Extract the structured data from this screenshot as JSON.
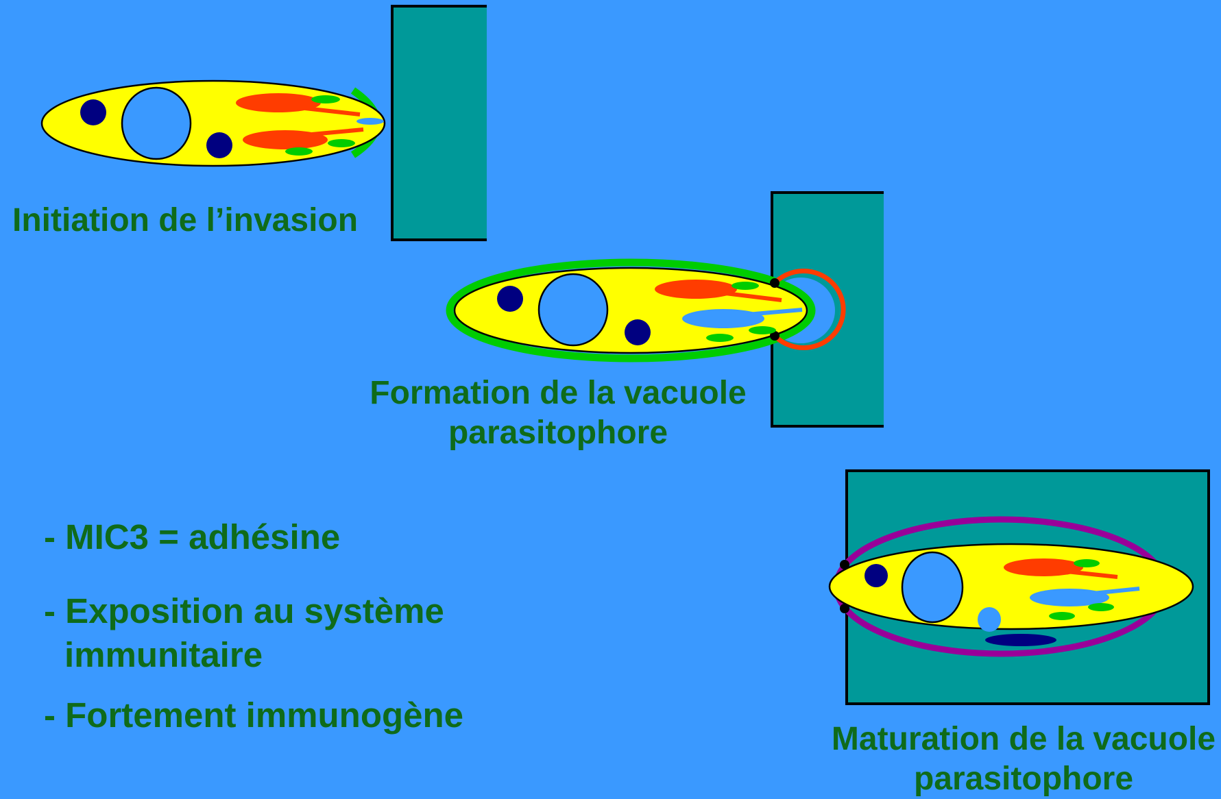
{
  "colors": {
    "background": "#3a99ff",
    "host_cell": "#009999",
    "parasite_body": "#ffff00",
    "nucleus": "#3a99ff",
    "dense_granule": "#000080",
    "rhoptry": "#ff3c00",
    "microneme": "#00cc00",
    "conoid_membrane": "#00cc00",
    "vacuole_forming_membrane": "#ff3c00",
    "parasitophorous_vacuole": "#990099",
    "text": "#0f6b1a"
  },
  "labels": {
    "initiation": "Initiation de l’invasion",
    "formation_line1": "Formation de la vacuole",
    "formation_line2": "parasitophore",
    "maturation_line1": "Maturation de la vacuole",
    "maturation_line2": "parasitophore"
  },
  "bullets": {
    "item1": "- MIC3 = adhésine",
    "item2_line1": "- Exposition au système",
    "item2_line2": "immunitaire",
    "item3": "- Fortement immunogène"
  }
}
